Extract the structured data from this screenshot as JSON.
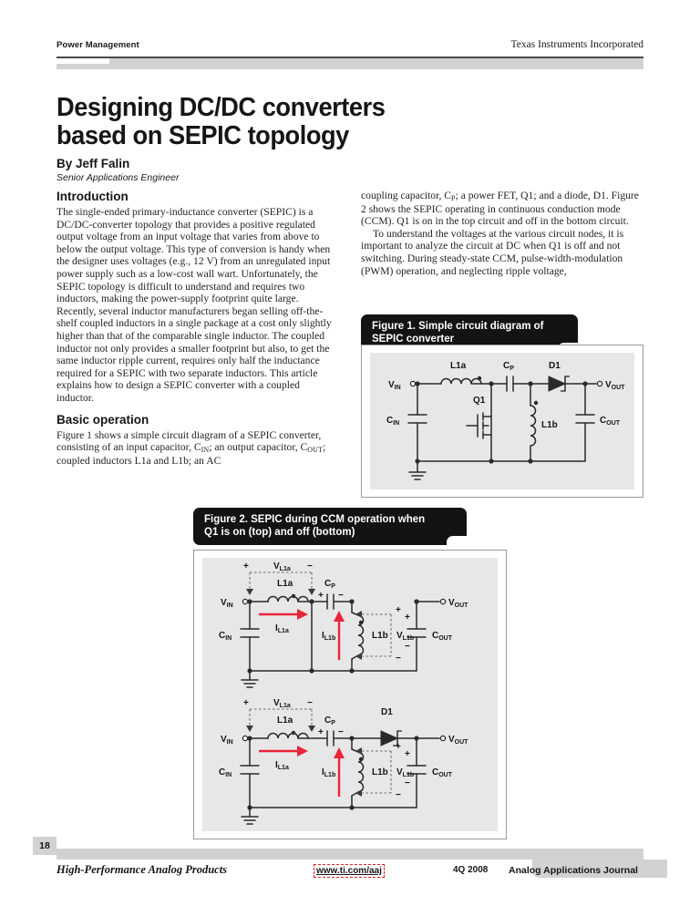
{
  "header": {
    "left": "Power Management",
    "right": "Texas Instruments Incorporated"
  },
  "title": "Designing DC/DC converters based on SEPIC topology",
  "author": "By Jeff Falin",
  "author_role": "Senior Applications Engineer",
  "left_column": {
    "heading_intro": "Introduction",
    "intro_p1": "The single-ended primary-inductance converter (SEPIC) is a DC/DC-converter topology that provides a positive regulated output voltage from an input voltage that varies from above to below the output voltage. This type of conversion is handy when the designer uses voltages (e.g., 12 V) from an unregulated input power supply such as a low-cost wall wart. Unfortunately, the SEPIC topology is difficult to understand and requires two inductors, making the power-supply footprint quite large. Recently, several inductor manufacturers began selling off-the-shelf coupled inductors in a single package at a cost only slightly higher than that of the comparable single inductor. The coupled inductor not only provides a smaller footprint but also, to get the same inductor ripple current, requires only half the inductance required for a SEPIC with two separate inductors. This article explains how to design a SEPIC converter with a coupled inductor.",
    "heading_basic": "Basic operation",
    "basic_p1_a": "Figure 1 shows a simple circuit diagram of a SEPIC converter, consisting of an input capacitor, C",
    "basic_p1_sub1": "IN",
    "basic_p1_b": "; an output capacitor, C",
    "basic_p1_sub2": "OUT",
    "basic_p1_c": "; coupled inductors L1a and L1b; an AC"
  },
  "right_column": {
    "cont_a": "coupling capacitor, C",
    "cont_sub": "P",
    "cont_b": "; a power FET, Q1; and a diode, D1. Figure 2 shows the SEPIC operating in continuous conduction mode (CCM). Q1 is on in the top circuit and off in the bottom circuit.",
    "para2": "To understand the voltages at the various circuit nodes, it is important to analyze the circuit at DC when Q1 is off and not switching. During steady-state CCM, pulse-width-modulation (PWM) operation, and neglecting ripple voltage,"
  },
  "figure1": {
    "caption": "Figure 1. Simple circuit diagram of SEPIC converter",
    "labels": {
      "vin": "V",
      "vin_sub": "IN",
      "vout": "V",
      "vout_sub": "OUT",
      "cin": "C",
      "cin_sub": "IN",
      "cout": "C",
      "cout_sub": "OUT",
      "l1a": "L1a",
      "l1b": "L1b",
      "cp": "C",
      "cp_sub": "P",
      "q1": "Q1",
      "d1": "D1"
    }
  },
  "figure2": {
    "caption": "Figure 2. SEPIC during CCM operation when Q1 is on (top) and off (bottom)",
    "labels": {
      "vin": "V",
      "vin_sub": "IN",
      "vout": "V",
      "vout_sub": "OUT",
      "cin": "C",
      "cin_sub": "IN",
      "cout": "C",
      "cout_sub": "OUT",
      "l1a": "L1a",
      "l1b": "L1b",
      "cp": "C",
      "cp_sub": "P",
      "d1": "D1",
      "vl1a": "V",
      "vl1a_sub": "L1a",
      "vl1b": "V",
      "vl1b_sub": "L1b",
      "il1a": "I",
      "il1a_sub": "L1a",
      "il1b": "I",
      "il1b_sub": "L1b",
      "plus": "+",
      "minus": "−"
    },
    "current_arrow_color": "#e8253a"
  },
  "footer": {
    "page_number": "18",
    "left": "High-Performance Analog Products",
    "url": "www.ti.com/aaj",
    "date": "4Q 2008",
    "journal": "Analog Applications Journal"
  },
  "colors": {
    "panel_gray": "#e7e7e7",
    "bar_gray": "#d2d2d4",
    "caption_black": "#131313",
    "accent_red": "#e8253a",
    "link_box_red": "#e02020"
  }
}
